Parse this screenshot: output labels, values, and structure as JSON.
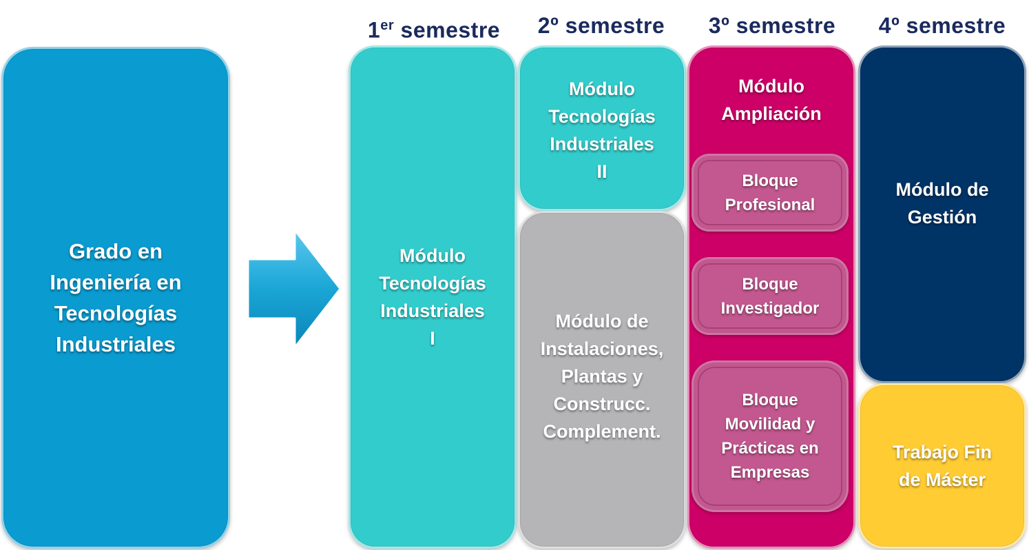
{
  "colors": {
    "grado": "#0a9bd0",
    "arrow": "#1aa6d6",
    "tecnologias": "#33cccc",
    "instalaciones": "#b5b5b8",
    "ampliacion": "#cc0066",
    "bloque": "#c2588f",
    "gestion": "#003366",
    "tfm": "#ffcc33",
    "header_text": "#1a2a5e"
  },
  "headers": {
    "sem1_number": "1",
    "sem1_sup": "er",
    "sem1_word": " semestre",
    "sem2": "2º semestre",
    "sem3": "3º semestre",
    "sem4": "4º semestre"
  },
  "grado": {
    "label": "Grado en\nIngeniería en\nTecnologías\nIndustriales"
  },
  "arrow": {
    "icon": "right-arrow-icon"
  },
  "modulo_ti1": {
    "label": "Módulo\nTecnologías\nIndustriales\nI"
  },
  "modulo_ti2": {
    "label": "Módulo\nTecnologías\nIndustriales\nII"
  },
  "modulo_instalaciones": {
    "label": "Módulo de\nInstalaciones,\nPlantas y\nConstrucc.\nComplement."
  },
  "modulo_ampliacion": {
    "label": "Módulo\nAmpliación"
  },
  "bloques": [
    {
      "label": "Bloque\nProfesional"
    },
    {
      "label": "Bloque\nInvestigador"
    },
    {
      "label": "Bloque\nMovilidad y\nPrácticas en\nEmpresas"
    }
  ],
  "modulo_gestion": {
    "label": "Módulo de\nGestión"
  },
  "tfm": {
    "label": "Trabajo Fin\nde Máster"
  }
}
